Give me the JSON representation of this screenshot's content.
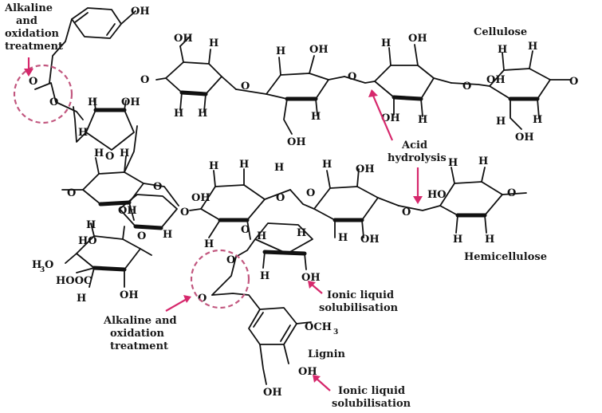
{
  "labels": {
    "cellulose": "Cellulose",
    "hemicellulose": "Hemicellulose",
    "lignin": "Lignin",
    "acid_hydrolysis": [
      "Acid",
      "hydrolysis"
    ],
    "alkaline_top": [
      "Alkaline",
      "and",
      "oxidation",
      "treatment"
    ],
    "alkaline_mid": [
      "Alkaline and",
      "oxidation",
      "treatment"
    ],
    "ionic_mid": [
      "Ionic liquid",
      "solubilisation"
    ],
    "ionic_bottom": [
      "Ionic liquid",
      "solubilisation"
    ]
  },
  "atoms": {
    "oh": "OH",
    "h": "H",
    "o": "O",
    "och3": "OCH",
    "h3co": "H",
    "hooc": "HOOC"
  },
  "colors": {
    "arrow": "#d6286c",
    "circle": "#c2577f",
    "ink": "#111111"
  }
}
